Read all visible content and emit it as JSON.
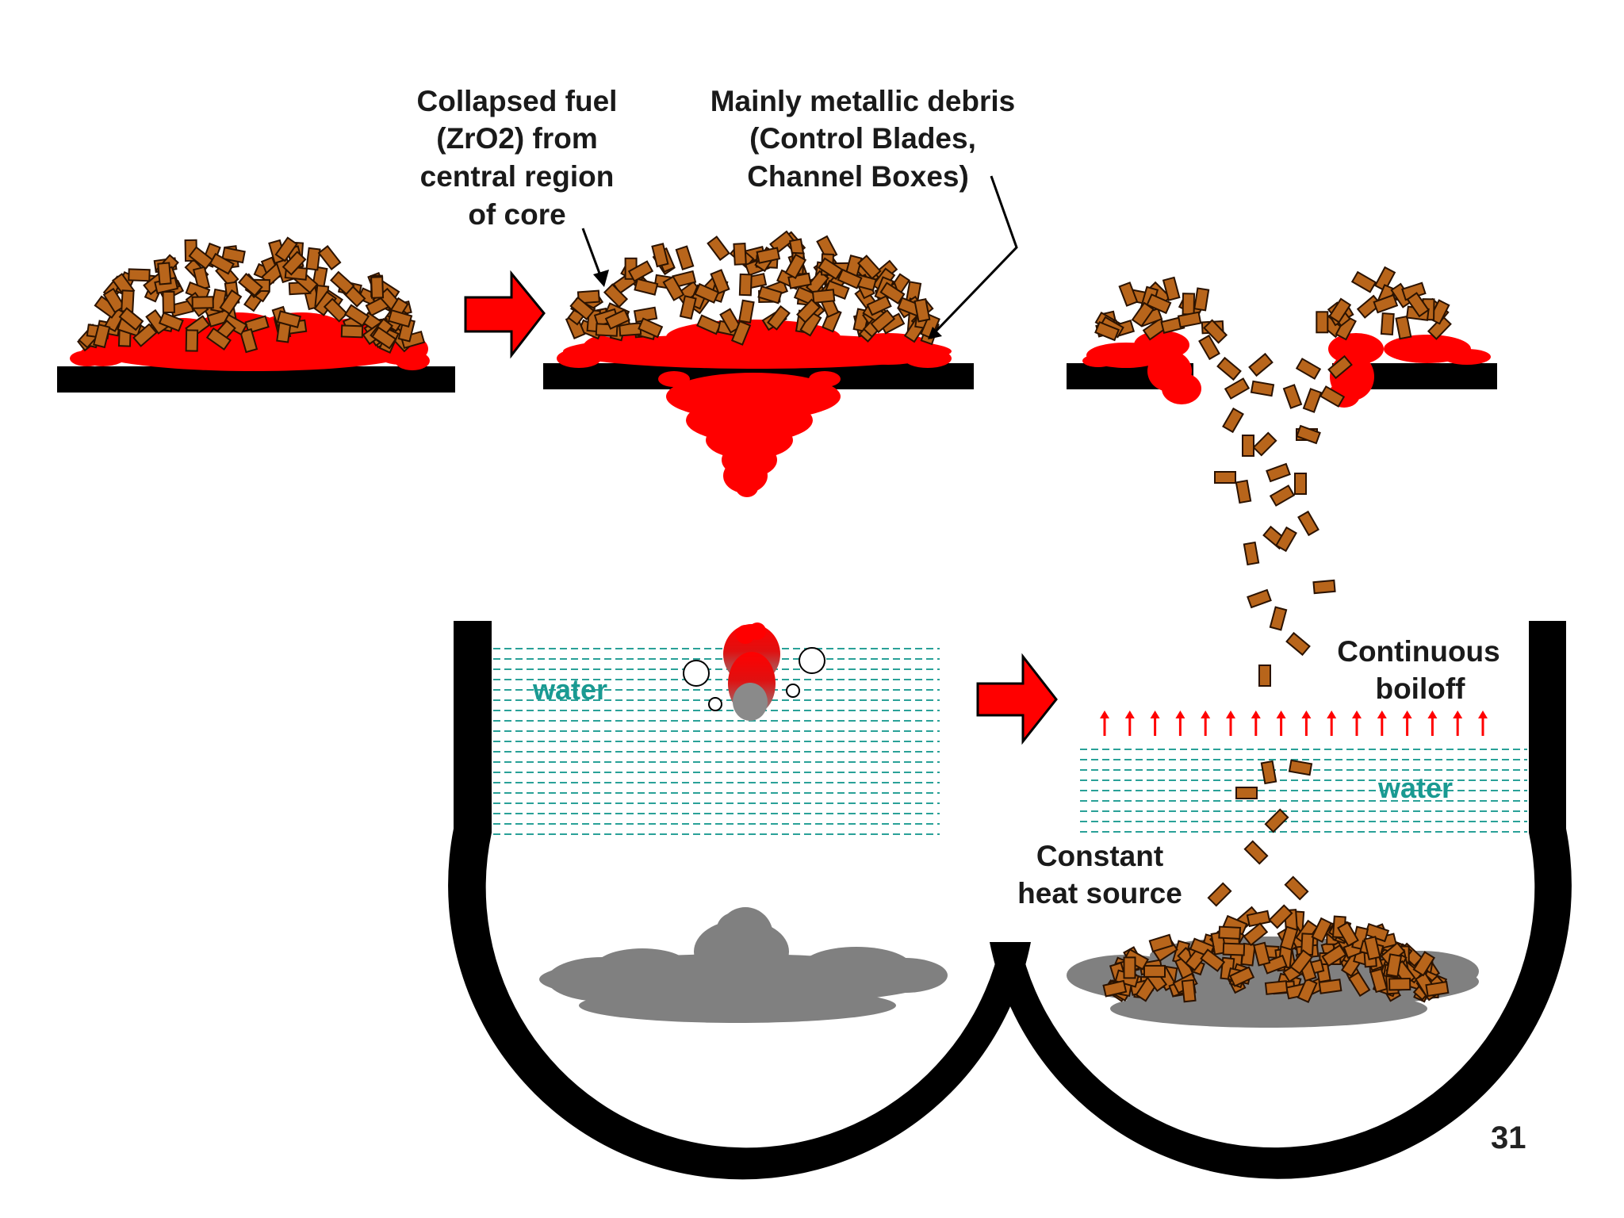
{
  "labels": {
    "collapsed_fuel": [
      "Collapsed fuel",
      "(ZrO2) from",
      "central region",
      "of core"
    ],
    "metallic_debris": [
      "Mainly metallic debris",
      "(Control Blades,",
      "Channel Boxes)"
    ],
    "water_left": "water",
    "water_right": "water",
    "continuous_boiloff": [
      "Continuous",
      "boiloff"
    ],
    "constant_heat": [
      "Constant",
      "heat source"
    ],
    "page_number": "31"
  },
  "colors": {
    "molten": "#ff0000",
    "debris_fill": "#b8651b",
    "debris_stroke": "#2a1200",
    "solidified": "#808080",
    "structure": "#000000",
    "water_dash": "#2aa198",
    "arrow": "#ff0000"
  }
}
